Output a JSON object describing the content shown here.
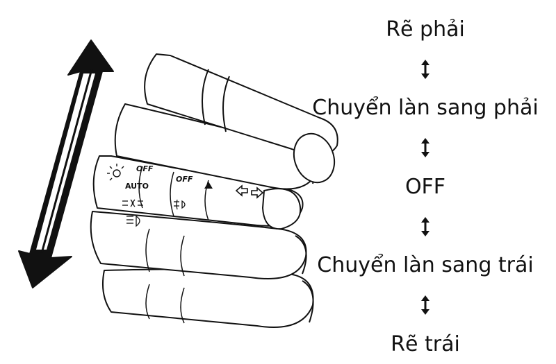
{
  "positions": [
    {
      "label": "Rẽ phải"
    },
    {
      "label": "Chuyển làn sang phải"
    },
    {
      "label": "OFF"
    },
    {
      "label": "Chuyển làn sang trái"
    },
    {
      "label": "Rẽ trái"
    }
  ],
  "lever_markings": {
    "headlight_off": "OFF",
    "auto": "AUTO",
    "fog_off": "OFF"
  },
  "icons": [
    "double-headed-arrow-icon",
    "sun-icon",
    "parking-light-icon",
    "high-beam-icon",
    "fog-light-icon",
    "turn-signal-arrows-icon",
    "up-down-arrow-icon"
  ],
  "colors": {
    "ink": "#111111",
    "background": "#ffffff"
  }
}
